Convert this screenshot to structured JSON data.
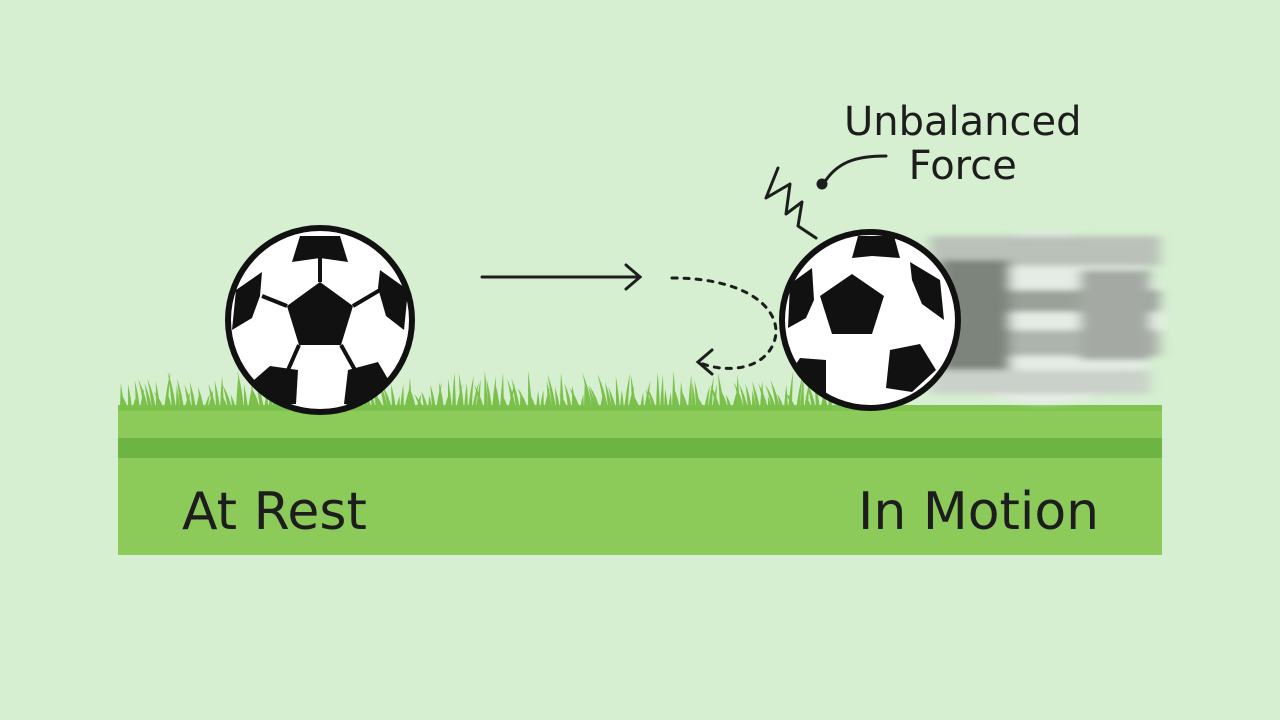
{
  "labels": {
    "at_rest": "At Rest",
    "in_motion": "In Motion",
    "force_line1": "Unbalanced",
    "force_line2": "Force"
  },
  "colors": {
    "background": "#d5efd0",
    "ground": "#8ccb5a",
    "ground_stripe": "#6db443",
    "grass": "#7cc04c",
    "ink": "#1d1d1d"
  },
  "icons": [
    "soccer-ball-icon",
    "arrow-right-icon",
    "impact-zigzag-icon",
    "curved-dotted-arrow-icon"
  ]
}
